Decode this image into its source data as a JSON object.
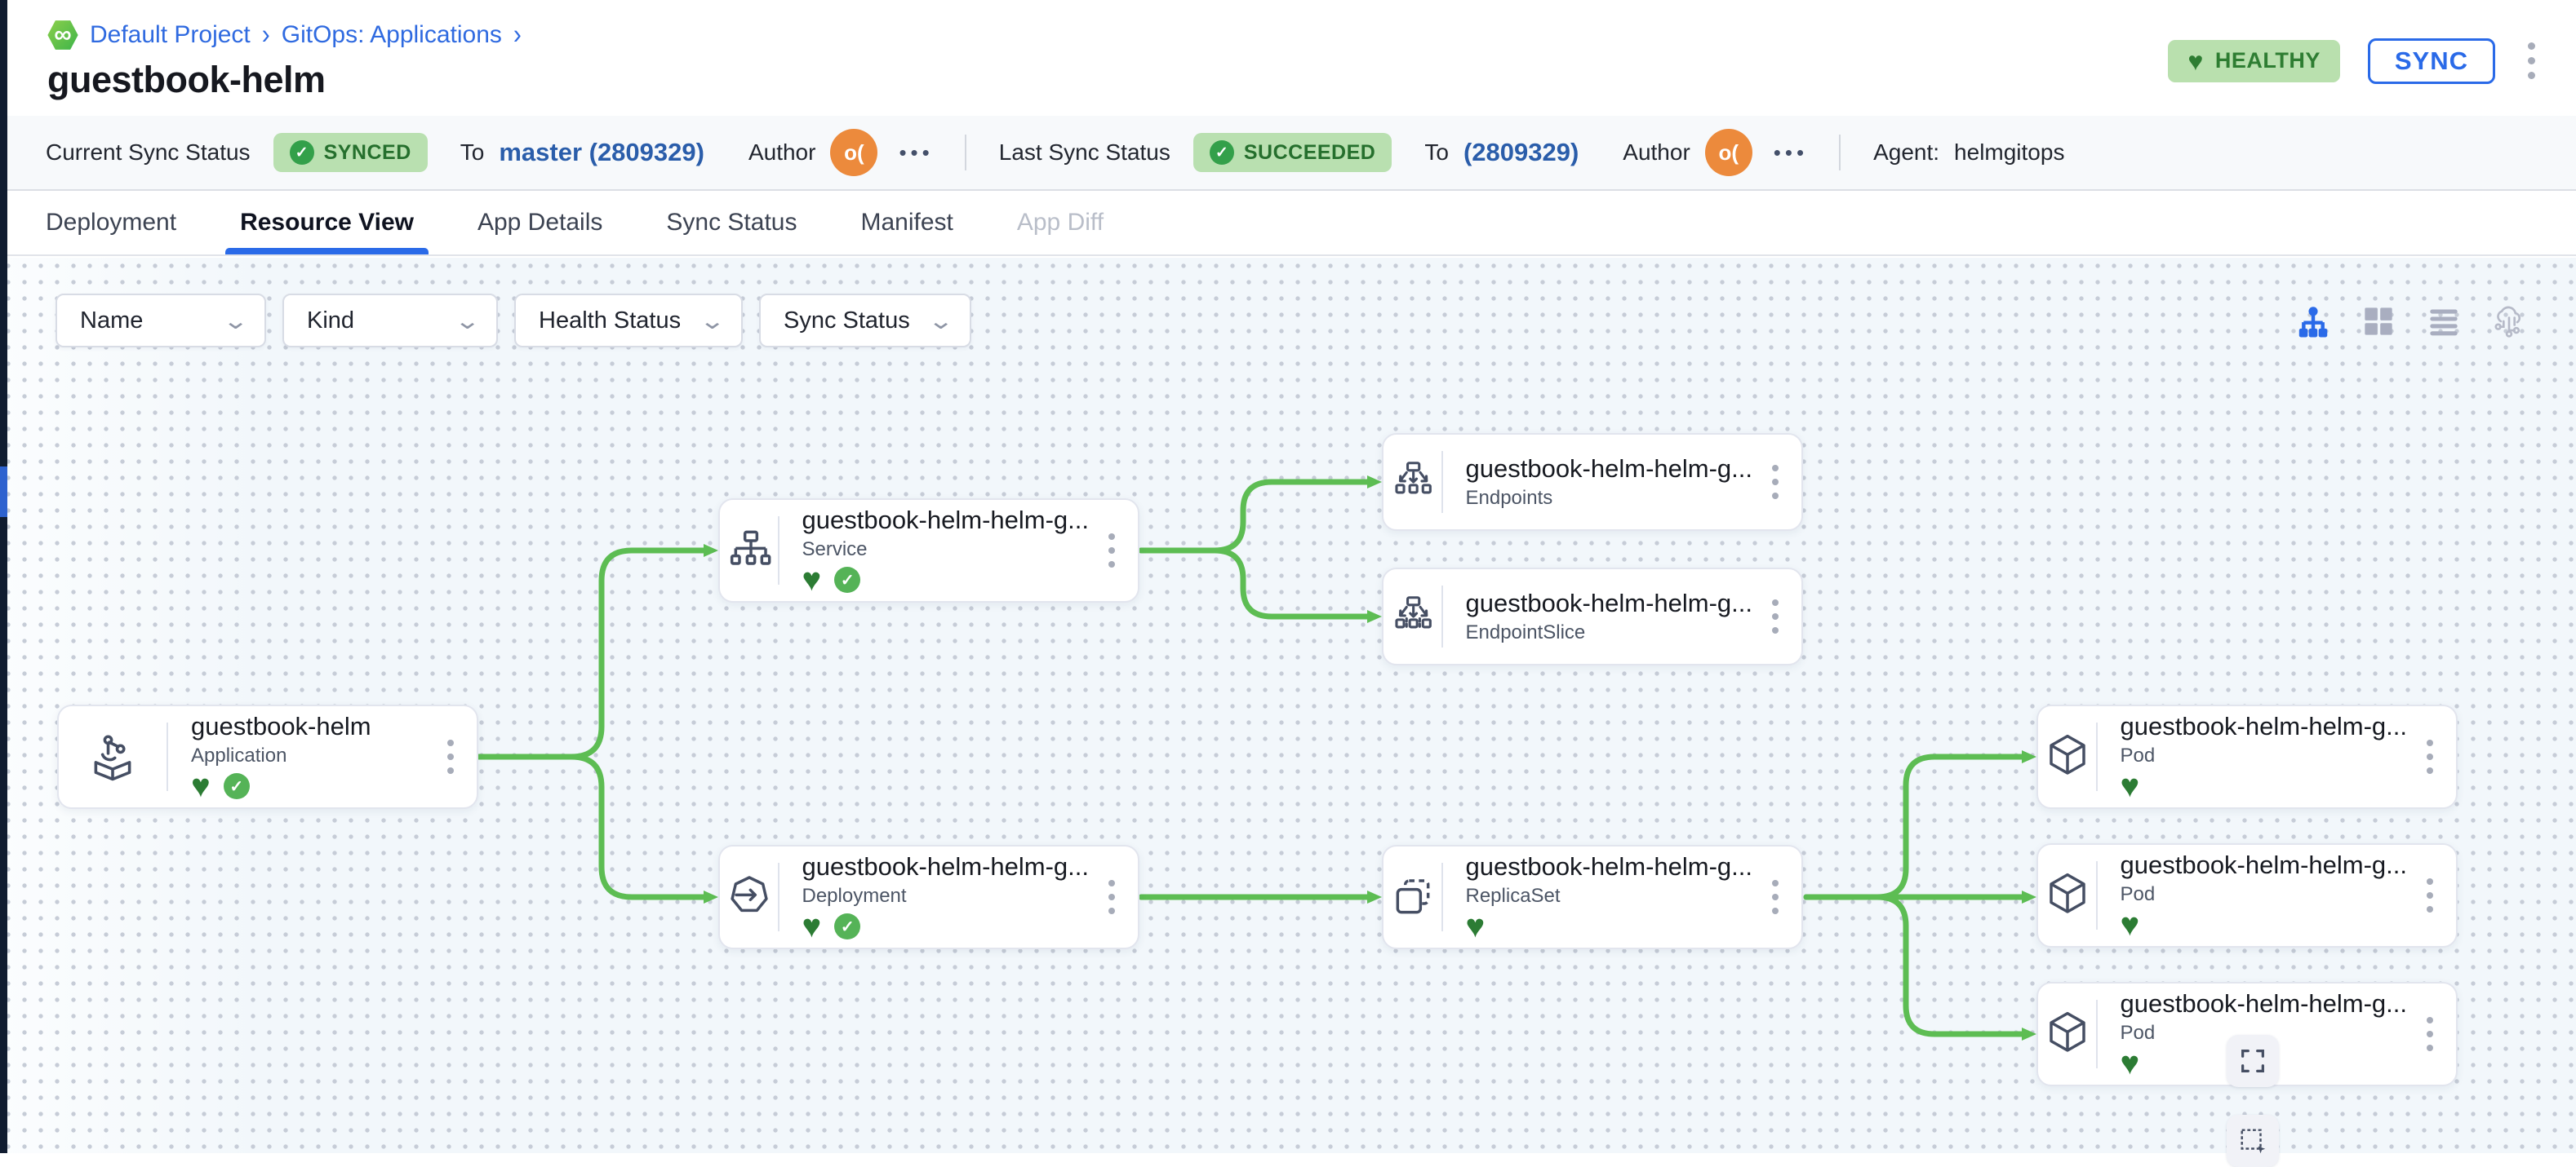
{
  "breadcrumb": {
    "logo_glyph": "∞",
    "project": "Default Project",
    "sep1": "›",
    "section": "GitOps: Applications",
    "sep2": "›"
  },
  "page": {
    "title": "guestbook-helm",
    "health_badge": "HEALTHY",
    "health_heart": "♥",
    "sync_button": "SYNC"
  },
  "status_bar": {
    "current_label": "Current Sync Status",
    "current_badge": "SYNCED",
    "current_check": "✓",
    "current_to_label": "To",
    "current_target": "master (2809329)",
    "author_label": "Author",
    "avatar_text": "o(",
    "more": "•••",
    "last_label": "Last Sync Status",
    "last_badge": "SUCCEEDED",
    "last_check": "✓",
    "last_to_label": "To",
    "last_target": "(2809329)",
    "author_label2": "Author",
    "avatar_text2": "o(",
    "more2": "•••",
    "agent_label": "Agent:",
    "agent_value": "helmgitops"
  },
  "tabs": [
    {
      "label": "Deployment",
      "state": "normal"
    },
    {
      "label": "Resource View",
      "state": "active"
    },
    {
      "label": "App Details",
      "state": "normal"
    },
    {
      "label": "Sync Status",
      "state": "normal"
    },
    {
      "label": "Manifest",
      "state": "normal"
    },
    {
      "label": "App Diff",
      "state": "disabled"
    }
  ],
  "filters": [
    {
      "label": "Name",
      "chevron": "⌄"
    },
    {
      "label": "Kind",
      "chevron": "⌄"
    },
    {
      "label": "Health Status",
      "chevron": "⌄"
    },
    {
      "label": "Sync Status",
      "chevron": "⌄"
    }
  ],
  "view_modes": [
    {
      "icon": "tree-view-icon",
      "active": true
    },
    {
      "icon": "grid-view-icon",
      "active": false
    },
    {
      "icon": "list-view-icon",
      "active": false
    },
    {
      "icon": "cloud-view-icon",
      "active": false
    }
  ],
  "nodes": [
    {
      "title": "guestbook-helm",
      "kind": "Application",
      "healthy": true,
      "synced": true,
      "heart": "♥",
      "check": "✓"
    },
    {
      "title": "guestbook-helm-helm-g...",
      "kind": "Service",
      "healthy": true,
      "synced": true,
      "heart": "♥",
      "check": "✓"
    },
    {
      "title": "guestbook-helm-helm-g...",
      "kind": "Endpoints",
      "healthy": false,
      "synced": false
    },
    {
      "title": "guestbook-helm-helm-g...",
      "kind": "EndpointSlice",
      "healthy": false,
      "synced": false
    },
    {
      "title": "guestbook-helm-helm-g...",
      "kind": "Deployment",
      "healthy": true,
      "synced": true,
      "heart": "♥",
      "check": "✓"
    },
    {
      "title": "guestbook-helm-helm-g...",
      "kind": "ReplicaSet",
      "healthy": true,
      "synced": false,
      "heart": "♥"
    },
    {
      "title": "guestbook-helm-helm-g...",
      "kind": "Pod",
      "healthy": true,
      "synced": false,
      "heart": "♥"
    },
    {
      "title": "guestbook-helm-helm-g...",
      "kind": "Pod",
      "healthy": true,
      "synced": false,
      "heart": "♥"
    },
    {
      "title": "guestbook-helm-helm-g...",
      "kind": "Pod",
      "healthy": true,
      "synced": false,
      "heart": "♥"
    }
  ],
  "canvas_controls": [
    {
      "icon": "fullscreen-icon"
    },
    {
      "icon": "marquee-select-icon"
    }
  ],
  "colors": {
    "accent_blue": "#2a6ae8",
    "breadcrumb_blue": "#2f6ae0",
    "badge_green_bg": "#b9e0b0",
    "badge_green_text": "#256f2d",
    "healthy_heart_green": "#2c7c34",
    "synced_check_green": "#55b357",
    "edge_green": "#5dbd53",
    "avatar_orange": "#ec8a3c",
    "rail_dark": "#101c30",
    "rail_active_blue": "#2e62cf"
  }
}
